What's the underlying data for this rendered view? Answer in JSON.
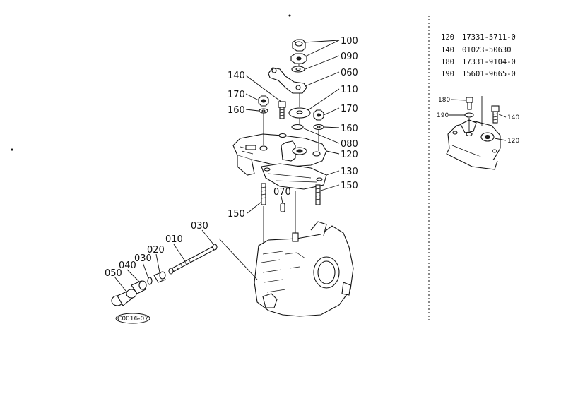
{
  "diagram_code": "C0016-07",
  "callouts": [
    {
      "id": "100",
      "text": "100"
    },
    {
      "id": "090",
      "text": "090"
    },
    {
      "id": "060",
      "text": "060"
    },
    {
      "id": "110",
      "text": "110"
    },
    {
      "id": "170a",
      "text": "170"
    },
    {
      "id": "160a",
      "text": "160"
    },
    {
      "id": "080",
      "text": "080"
    },
    {
      "id": "120",
      "text": "120"
    },
    {
      "id": "130",
      "text": "130"
    },
    {
      "id": "150a",
      "text": "150"
    },
    {
      "id": "140",
      "text": "140"
    },
    {
      "id": "170b",
      "text": "170"
    },
    {
      "id": "160b",
      "text": "160"
    },
    {
      "id": "070",
      "text": "070"
    },
    {
      "id": "150b",
      "text": "150"
    },
    {
      "id": "030a",
      "text": "030"
    },
    {
      "id": "010",
      "text": "010"
    },
    {
      "id": "020",
      "text": "020"
    },
    {
      "id": "030b",
      "text": "030"
    },
    {
      "id": "040",
      "text": "040"
    },
    {
      "id": "050",
      "text": "050"
    }
  ],
  "parts_table": [
    {
      "ref": "120",
      "part_no": "17331-5711-0"
    },
    {
      "ref": "140",
      "part_no": "01023-50630"
    },
    {
      "ref": "180",
      "part_no": "17331-9104-0"
    },
    {
      "ref": "190",
      "part_no": "15601-9665-0"
    }
  ],
  "inset_callouts": [
    {
      "id": "180",
      "text": "180"
    },
    {
      "id": "190",
      "text": "190"
    },
    {
      "id": "140",
      "text": "140"
    },
    {
      "id": "120",
      "text": "120"
    }
  ]
}
